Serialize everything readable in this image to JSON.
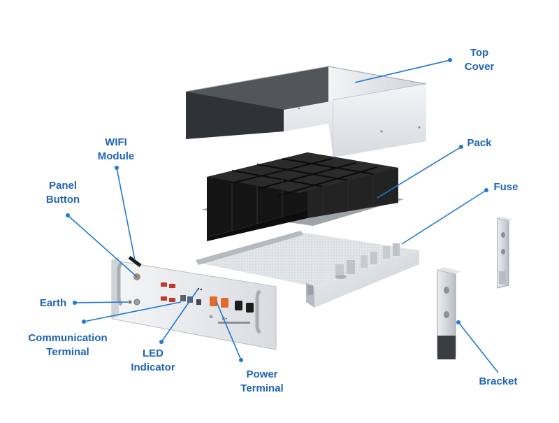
{
  "diagram": {
    "labels": {
      "top_cover": [
        "Top",
        "Cover"
      ],
      "pack": "Pack",
      "fuse": "Fuse",
      "wifi_module": [
        "WIFI",
        "Module"
      ],
      "panel_button": [
        "Panel",
        "Button"
      ],
      "earth": "Earth",
      "communication_terminal": [
        "Communication",
        "Terminal"
      ],
      "led_indicator": [
        "LED",
        "Indicator"
      ],
      "power_terminal": [
        "Power",
        "Terminal"
      ],
      "bracket": "Bracket"
    },
    "terminal_marks": [
      "B-",
      "B+"
    ],
    "colors": {
      "label": "#1f63b5",
      "leader": "#1f78d1",
      "cover": "#e4e6e9",
      "pack": "#1c1c1c",
      "tray": "#d9dce0",
      "panel": "#eceef1"
    }
  }
}
